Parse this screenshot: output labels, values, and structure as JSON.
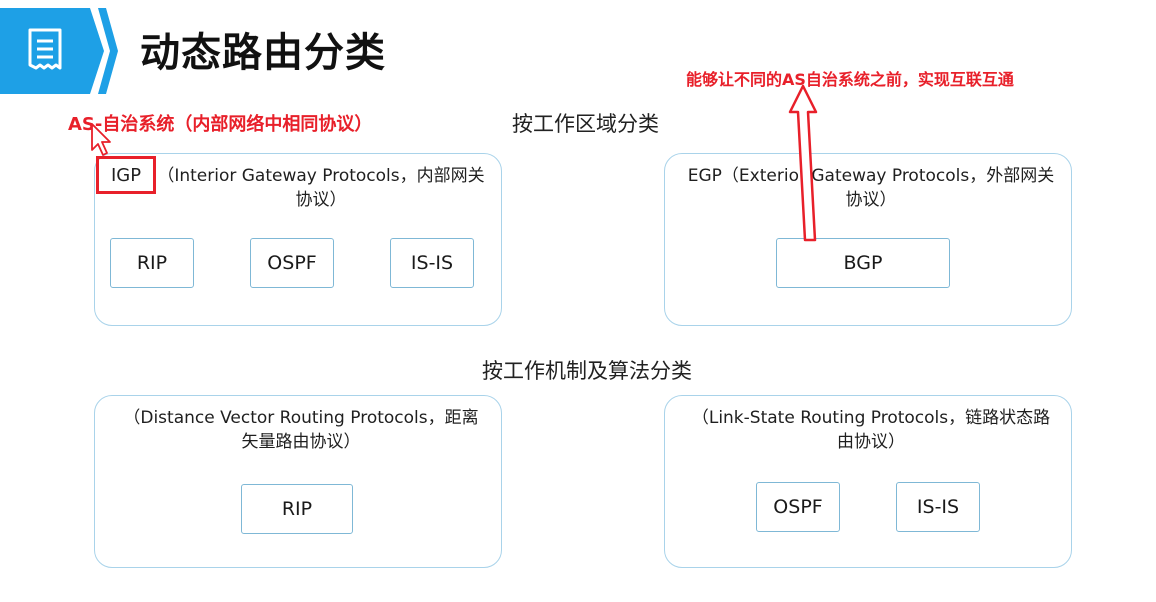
{
  "header": {
    "title": "动态路由分类",
    "badge_color": "#1ea0e6",
    "badge_icon": "document-list-icon"
  },
  "annotations": {
    "as_note": "AS-自治系统（内部网络中相同协议）",
    "egp_note": "能够让不同的AS自治系统之前，实现互联互通",
    "color": "#e8202a",
    "cursor_icon": "pointer-cursor-icon"
  },
  "sections": {
    "by_area": "按工作区域分类",
    "by_algorithm": "按工作机制及算法分类"
  },
  "panels": {
    "igp": {
      "tag": "IGP",
      "description": "（Interior Gateway Protocols，内部网关协议）",
      "protocols": [
        "RIP",
        "OSPF",
        "IS-IS"
      ]
    },
    "egp": {
      "description": "EGP（Exterior Gateway Protocols，外部网关协议）",
      "protocols": [
        "BGP"
      ]
    },
    "distance_vector": {
      "description": "（Distance Vector Routing Protocols，距离矢量路由协议）",
      "protocols": [
        "RIP"
      ]
    },
    "link_state": {
      "description": "（Link-State Routing Protocols，链路状态路由协议）",
      "protocols": [
        "OSPF",
        "IS-IS"
      ]
    }
  }
}
